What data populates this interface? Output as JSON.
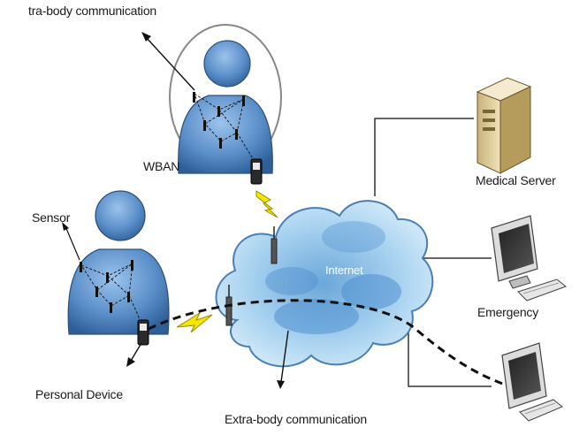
{
  "labels": {
    "intra_body": "tra-body communication",
    "wban": "WBAN",
    "sensor": "Sensor",
    "internet": "Internet",
    "medical_server": "Medical Server",
    "emergency": "Emergency",
    "personal_device": "Personal Device",
    "extra_body": "Extra-body communication"
  },
  "icons": [
    "person-icon",
    "sensor-icon",
    "personal-device-icon",
    "antenna-icon",
    "wireless-link-icon",
    "cloud-icon",
    "server-icon",
    "monitor-icon",
    "keyboard-icon"
  ],
  "colors": {
    "person": "#5b8fc9",
    "cloud": "#a9d3f0",
    "link": "#f5e600",
    "line": "#222222"
  }
}
